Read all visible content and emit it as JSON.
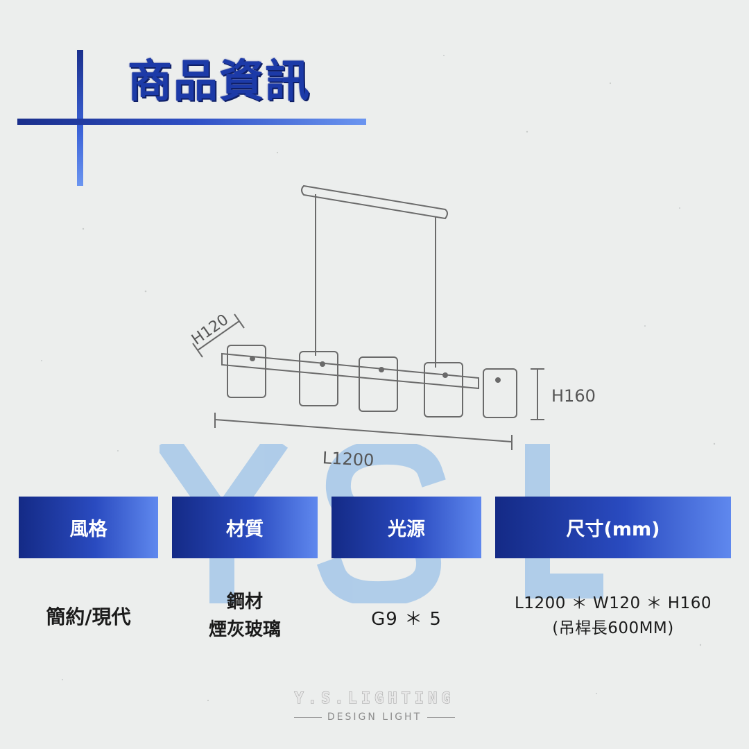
{
  "title": "商品資訊",
  "watermark": {
    "letters": [
      "Y",
      "S",
      "L"
    ],
    "color": "#7fb2e6"
  },
  "drawing": {
    "labels": {
      "height_shade": "H120",
      "height_total": "H160",
      "length": "L1200"
    }
  },
  "table": {
    "headers": {
      "style": "風格",
      "material": "材質",
      "light_source": "光源",
      "size": "尺寸(mm)"
    },
    "values": {
      "style": "簡約/現代",
      "material_line1": "鋼材",
      "material_line2": "煙灰玻璃",
      "light_source": "G9 ＊ 5",
      "size_line1": "L1200 ＊ W120 ＊ H160",
      "size_line2": "(吊桿長600MM)"
    }
  },
  "footer": {
    "brand": "Y.S.LIGHTING",
    "sub": "DESIGN LIGHT"
  },
  "colors": {
    "accent_dark": "#142a86",
    "accent_light": "#5f88ee",
    "background": "#eceeed"
  }
}
